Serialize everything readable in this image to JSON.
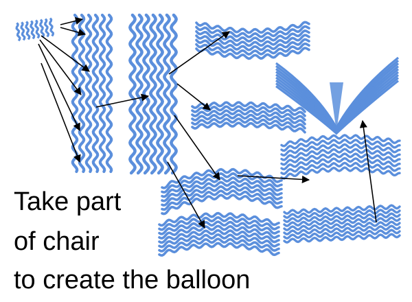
{
  "colors": {
    "stripe": "#5b8fdc",
    "background": "#ffffff",
    "arrow": "#000000",
    "text": "#000000"
  },
  "caption": {
    "line1": "Take part",
    "line2": "of chair",
    "line3": "to create the balloon"
  },
  "diagram": {
    "source": "striped-chair-fabric",
    "result": "balloon",
    "pieces": [
      "small-swatch",
      "thin-vertical-strip",
      "wide-vertical-strip",
      "arc-band-top",
      "arc-band-middle",
      "arc-band-lower",
      "arc-band-bottom",
      "balloon-dome-band",
      "balloon-wide-band",
      "balloon-neck"
    ]
  }
}
